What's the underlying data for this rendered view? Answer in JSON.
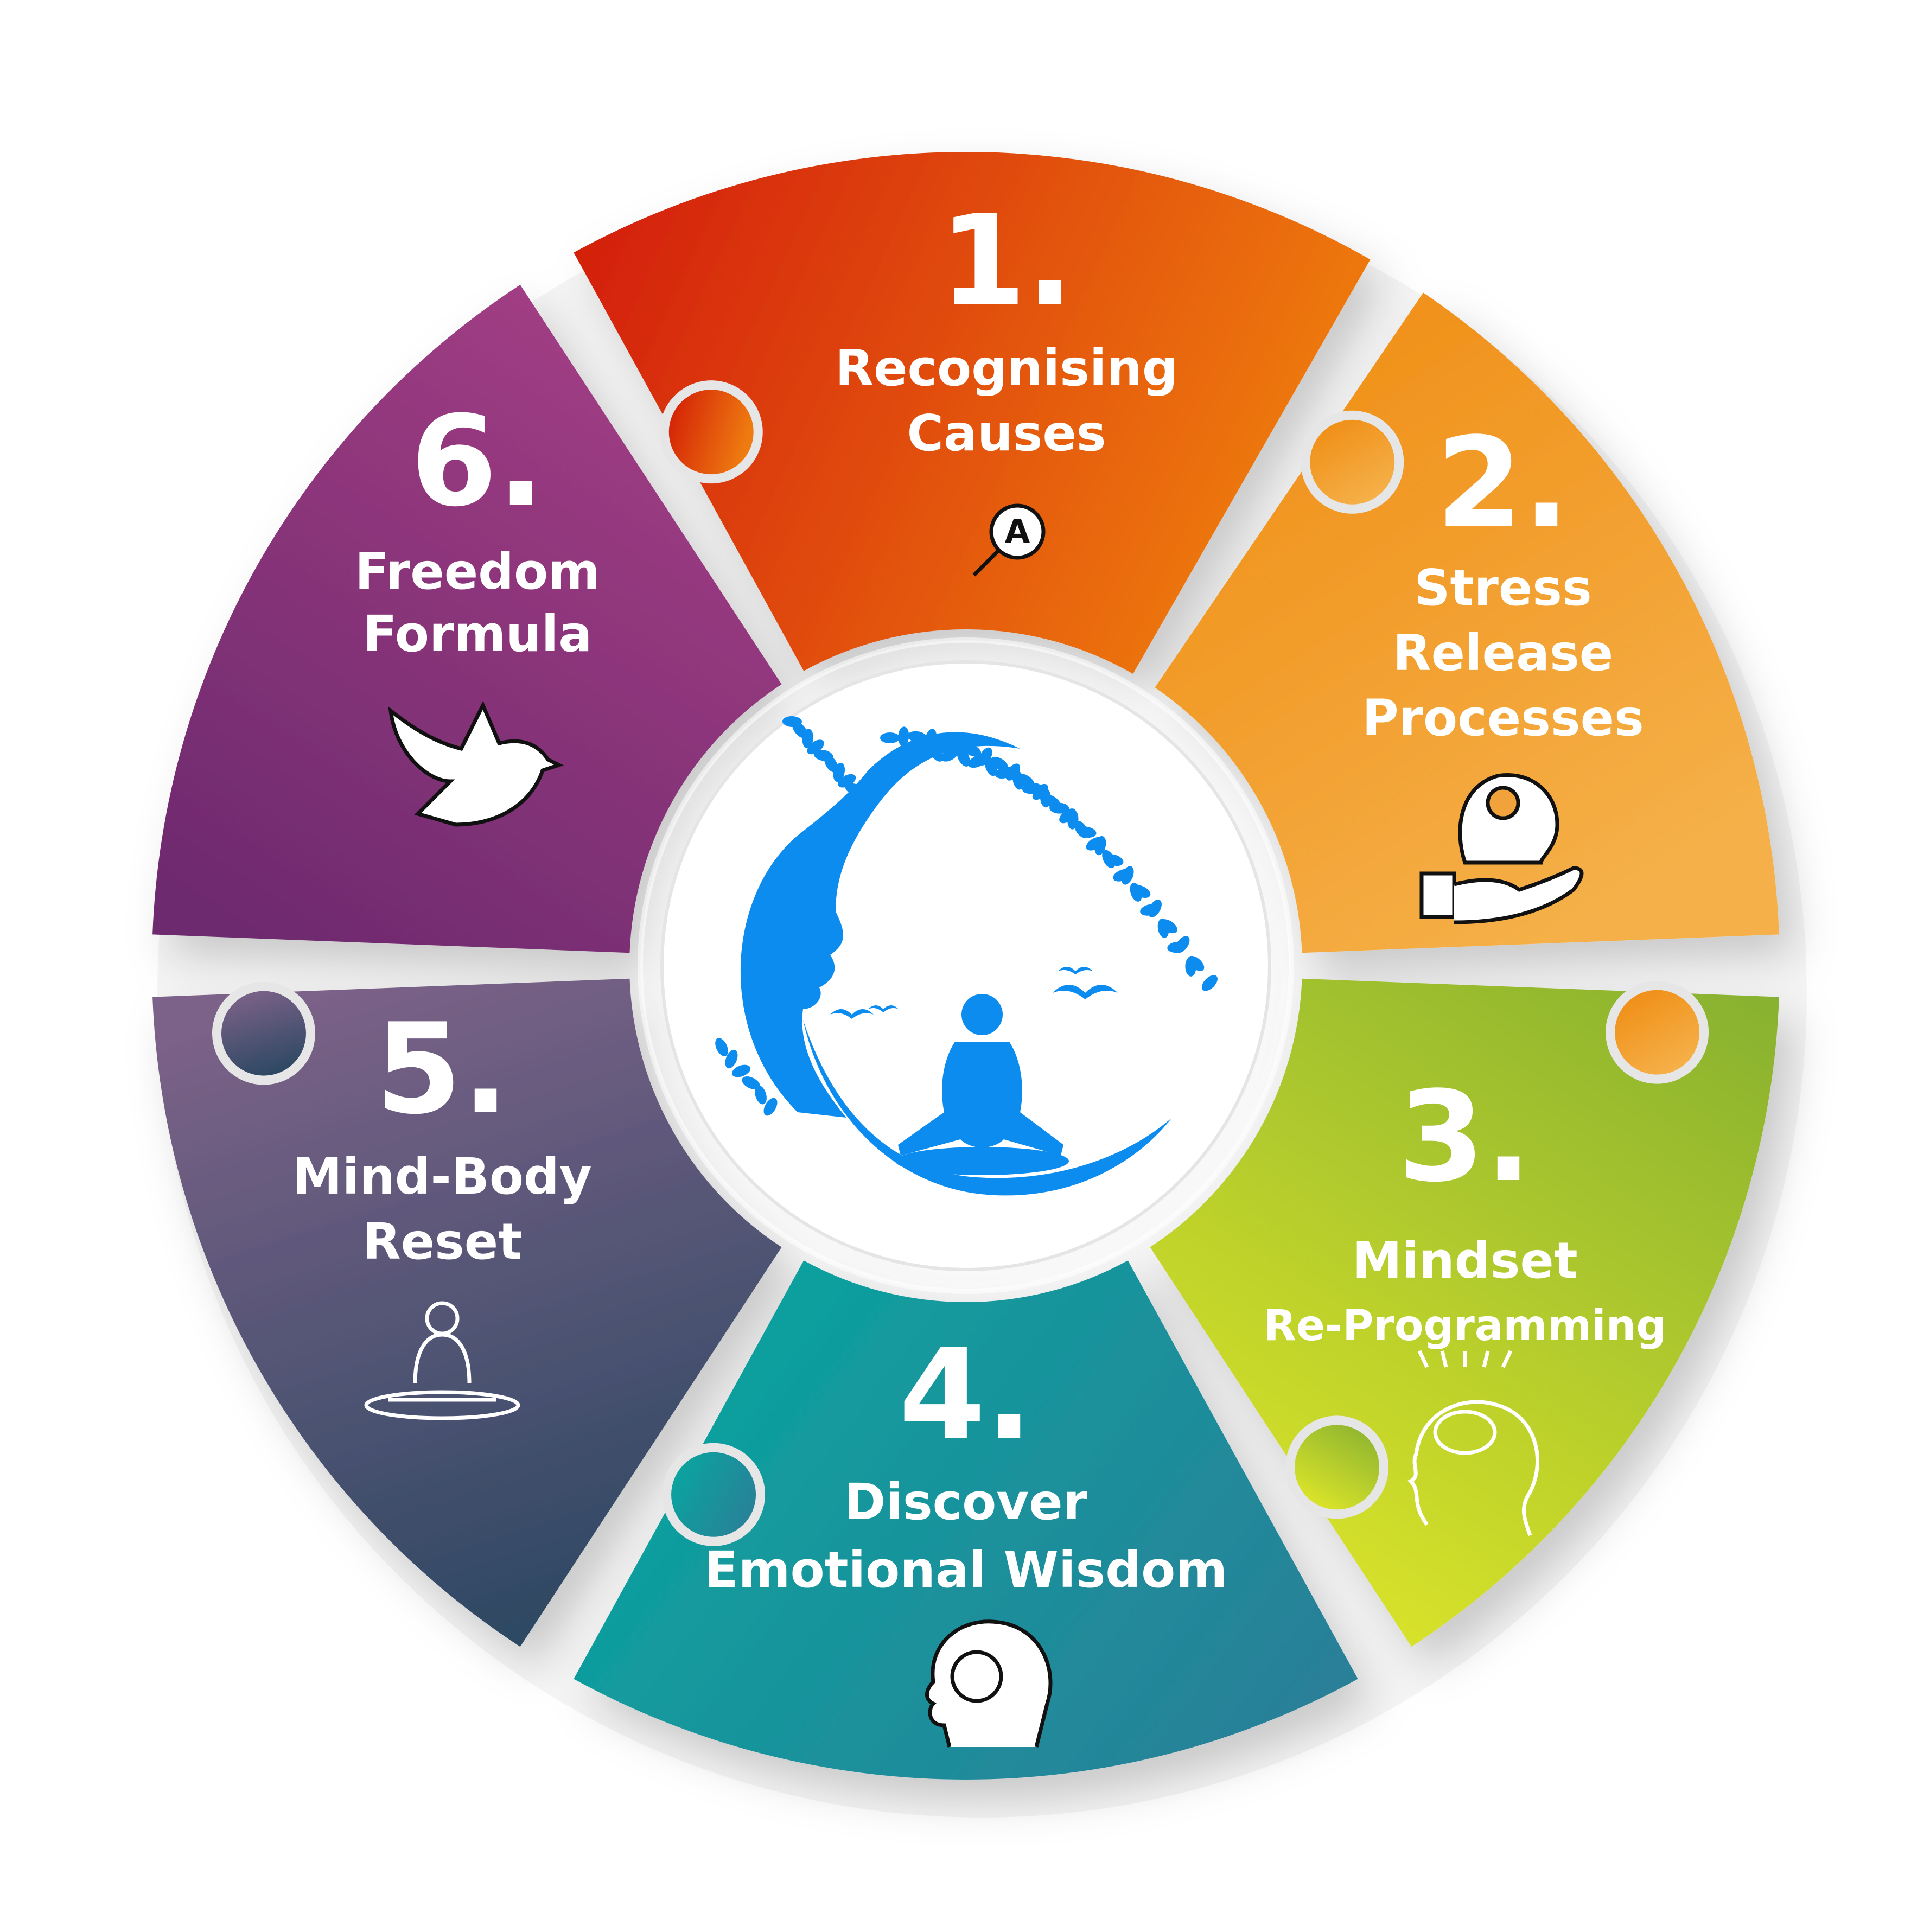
{
  "colors": {
    "seg1": [
      "#d21a06",
      "#ee7a10"
    ],
    "seg2": [
      "#ef8a10",
      "#f5b048"
    ],
    "seg3": [
      "#86b030",
      "#d8e22a"
    ],
    "seg4": [
      "#0aa49f",
      "#2a7f98"
    ],
    "seg5": [
      "#7c6288",
      "#2c4862"
    ],
    "seg6": [
      "#a63f86",
      "#6e2a6e"
    ],
    "logo_blue": "#0d8cf0",
    "gap": "#e6e6e6"
  },
  "steps": [
    {
      "number": "1.",
      "lines": [
        "Recognising",
        "Causes"
      ],
      "icon": "magnifier-letter-a-icon"
    },
    {
      "number": "2.",
      "lines": [
        "Stress",
        "Release",
        "Processes"
      ],
      "icon": "hand-head-flower-gear-icon"
    },
    {
      "number": "3.",
      "lines": [
        "Mindset",
        "Re-Programming"
      ],
      "icon": "lightbulb-brain-head-icon"
    },
    {
      "number": "4.",
      "lines": [
        "Discover",
        "Emotional Wisdom"
      ],
      "icon": "head-circuit-brain-icon"
    },
    {
      "number": "5.",
      "lines": [
        "Mind-Body",
        "Reset"
      ],
      "icon": "meditating-person-icon"
    },
    {
      "number": "6.",
      "lines": [
        "Freedom",
        "Formula"
      ],
      "icon": "dove-icon"
    }
  ],
  "center": {
    "icon": "meditation-tree-logo-icon"
  }
}
